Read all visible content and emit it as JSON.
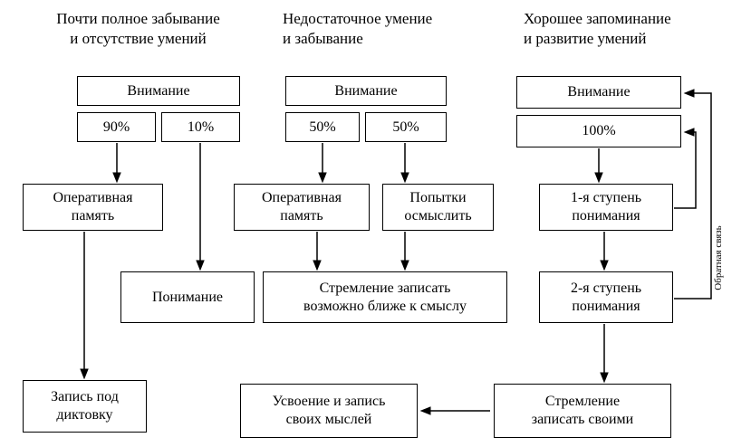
{
  "headers": {
    "col1": "Почти полное забывание\nи отсутствие умений",
    "col2": "Недостаточное умение\nи забывание",
    "col3": "Хорошее запоминание\nи развитие умений"
  },
  "col1": {
    "attention": "Внимание",
    "pct_left": "90%",
    "pct_right": "10%",
    "op_memory": "Оперативная\nпамять",
    "understanding": "Понимание",
    "dictation": "Запись под\nдиктовку"
  },
  "col2": {
    "attention": "Внимание",
    "pct_left": "50%",
    "pct_right": "50%",
    "op_memory": "Оперативная\nпамять",
    "attempts": "Попытки\nосмыслить",
    "strive_meaning": "Стремление записать\nвозможно ближе к смыслу"
  },
  "col3": {
    "attention": "Внимание",
    "pct": "100%",
    "stage1": "1-я ступень\nпонимания",
    "stage2": "2-я ступень\nпонимания",
    "strive_own": "Стремление\nзаписать своими",
    "assimilation": "Усвоение и запись\nсвоих мыслей"
  },
  "feedback_label": "Обратная связь",
  "colors": {
    "line": "#000000",
    "box_border": "#000000",
    "background": "#ffffff"
  }
}
